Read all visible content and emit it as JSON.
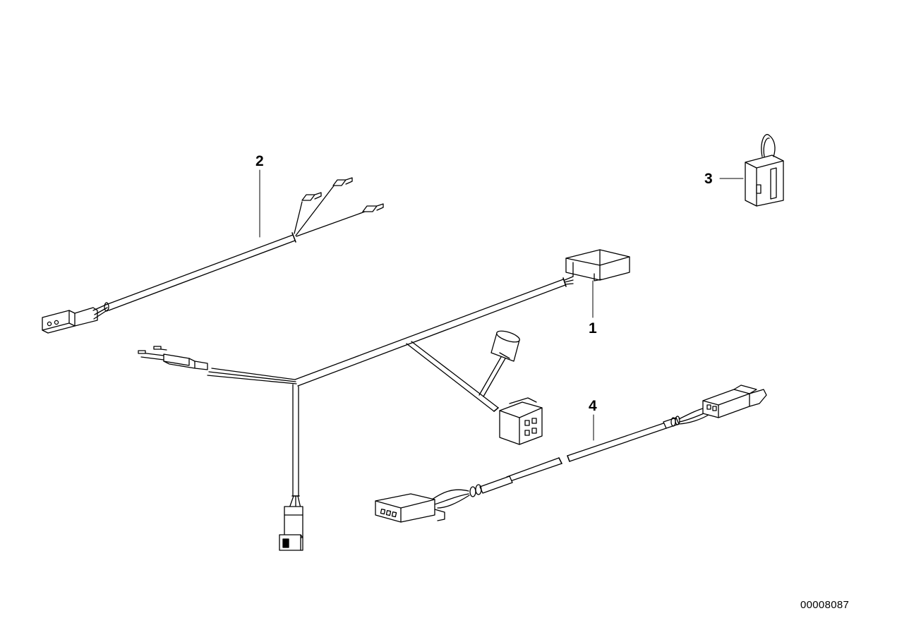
{
  "callouts": {
    "part_1": "1",
    "part_2": "2",
    "part_3": "3",
    "part_4": "4"
  },
  "document_number": "00008087"
}
